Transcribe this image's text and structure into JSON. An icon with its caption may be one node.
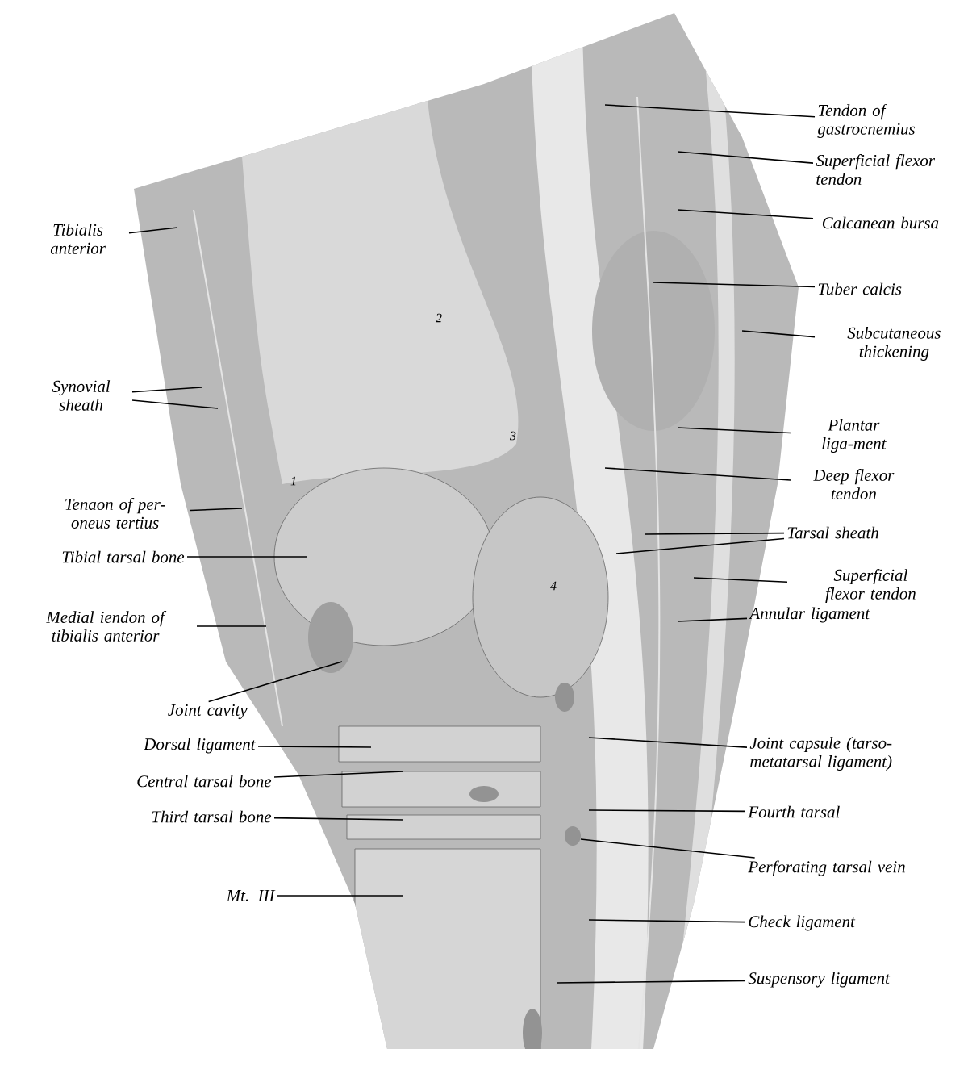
{
  "diagram": {
    "nodes": [
      {
        "text": [
          "Tibialis anterior"
        ]
      },
      {
        "text": [
          "Synovial sheath"
        ]
      },
      {
        "text": [
          "Tenaon of per-oneus tertius"
        ]
      },
      {
        "text": [
          "Tibial tarsal bone"
        ]
      },
      {
        "text": [
          "Medial iendon of tibialis anterior"
        ]
      },
      {
        "text": [
          "Joint cavity"
        ]
      },
      {
        "text": [
          "Dorsal ligament"
        ]
      },
      {
        "text": [
          "Central tarsal bone"
        ]
      },
      {
        "text": [
          "Third tarsal bone"
        ]
      },
      {
        "text": [
          "Mt. III"
        ]
      },
      {
        "text": [
          "Tendon of gastrocnemius"
        ]
      },
      {
        "text": [
          "Superficial flexor tendon"
        ]
      },
      {
        "text": [
          "Calcanean bursa"
        ]
      },
      {
        "text": [
          "Tuber calcis"
        ]
      },
      {
        "text": [
          "Subcutaneous thickening"
        ]
      },
      {
        "text": [
          "Plantar liga-ment"
        ]
      },
      {
        "text": [
          "Deep flexor tendon"
        ]
      },
      {
        "text": [
          "Tarsal sheath"
        ]
      },
      {
        "text": [
          "Superficial flexor tendon"
        ]
      },
      {
        "text": [
          "Annular ligament"
        ]
      },
      {
        "text": [
          "Joint capsule (tarso-metatarsal ligament)"
        ]
      },
      {
        "text": [
          "Fourth tarsal"
        ]
      },
      {
        "text": [
          "Perforating tarsal vein"
        ]
      },
      {
        "text": [
          "Check ligament"
        ]
      },
      {
        "text": [
          "Suspensory ligament"
        ]
      }
    ],
    "edges": [
      {
        "from": 0,
        "to": null,
        "arrow": "none"
      },
      {
        "from": 1,
        "to": null,
        "arrow": "none"
      },
      {
        "from": 1,
        "to": null,
        "arrow": "none"
      },
      {
        "from": 2,
        "to": null,
        "arrow": "none"
      },
      {
        "from": 3,
        "to": null,
        "arrow": "none"
      },
      {
        "from": 4,
        "to": null,
        "arrow": "none"
      },
      {
        "from": 5,
        "to": null,
        "arrow": "none"
      },
      {
        "from": 6,
        "to": null,
        "arrow": "none"
      },
      {
        "from": 7,
        "to": null,
        "arrow": "none"
      },
      {
        "from": 8,
        "to": null,
        "arrow": "none"
      },
      {
        "from": 9,
        "to": null,
        "arrow": "none"
      },
      {
        "from": 10,
        "to": null,
        "arrow": "none"
      },
      {
        "from": 11,
        "to": null,
        "arrow": "none"
      },
      {
        "from": 12,
        "to": null,
        "arrow": "none"
      },
      {
        "from": 13,
        "to": null,
        "arrow": "none"
      },
      {
        "from": 14,
        "to": null,
        "arrow": "none"
      },
      {
        "from": 15,
        "to": null,
        "arrow": "none"
      },
      {
        "from": 16,
        "to": null,
        "arrow": "none"
      },
      {
        "from": 17,
        "to": null,
        "arrow": "none"
      },
      {
        "from": 17,
        "to": null,
        "arrow": "none"
      },
      {
        "from": 18,
        "to": null,
        "arrow": "none"
      },
      {
        "from": 19,
        "to": null,
        "arrow": "none"
      },
      {
        "from": 20,
        "to": null,
        "arrow": "none"
      },
      {
        "from": 21,
        "to": null,
        "arrow": "none"
      },
      {
        "from": 22,
        "to": null,
        "arrow": "none"
      },
      {
        "from": 23,
        "to": null,
        "arrow": "none"
      },
      {
        "from": 24,
        "to": null,
        "arrow": "none"
      }
    ],
    "labels": [
      "2",
      "3",
      "1",
      "4"
    ]
  }
}
